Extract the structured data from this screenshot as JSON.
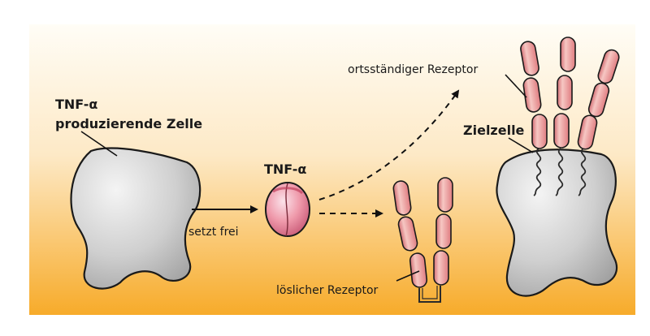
{
  "labels": {
    "producer": {
      "line1": "TNF-α",
      "line2": "produzierende Zelle"
    },
    "release": "setzt frei",
    "tnf": "TNF-α",
    "membrane_receptor": "ortsständiger Rezeptor",
    "target_cell": "Zielzelle",
    "soluble_receptor": "löslicher Rezeptor"
  },
  "colors": {
    "panel_top": "#fffdf6",
    "panel_bottom": "#f7ab2a",
    "cell_fill": "#bfbfbf",
    "receptor_fill": "#e8888a",
    "receptor_highlight": "#f6c7c3",
    "tnf_fill": "#e37d8e",
    "arrow": "#111111"
  }
}
